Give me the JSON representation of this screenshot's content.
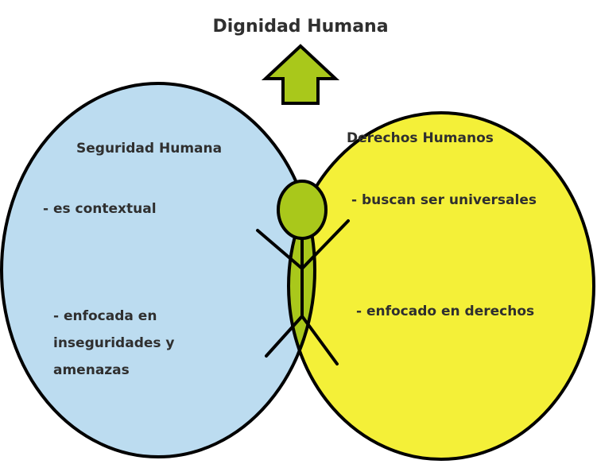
{
  "title": "Dignidad Humana",
  "left_circle": {
    "heading": "Seguridad Humana",
    "item1": "- es contextual",
    "item2_lines": [
      "- enfocada en",
      "inseguridades y",
      "amenazas"
    ],
    "fill_color": "#bcdcf0"
  },
  "right_circle": {
    "heading": "Derechos Humanos",
    "item1": "- buscan ser universales",
    "item2": "- enfocado en derechos",
    "fill_color": "#f4f038"
  },
  "overlap": {
    "fill_color": "#a9c81b",
    "figure_icon": "stick-figure-icon"
  },
  "arrow": {
    "icon": "up-arrow-icon",
    "fill_color": "#a9c81b"
  }
}
